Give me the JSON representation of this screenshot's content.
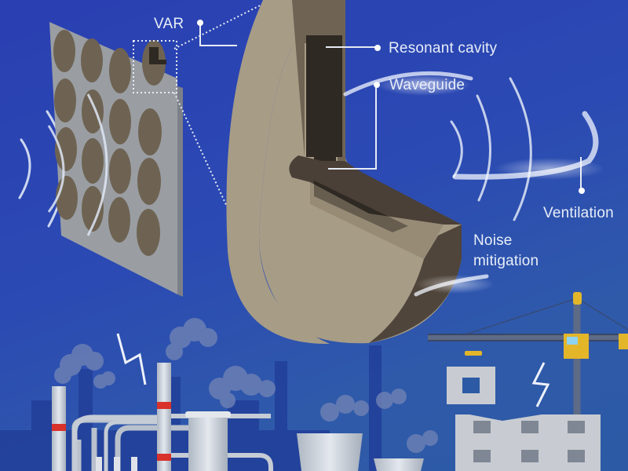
{
  "labels": {
    "var": "VAR",
    "resonant_cavity": "Resonant cavity",
    "waveguide": "Waveguide",
    "ventilation": "Ventilation",
    "noise_mitigation_line1": "Noise",
    "noise_mitigation_line2": "mitigation"
  },
  "colors": {
    "background": "#2b47b0",
    "panel": "#9a9ea3",
    "disc": "#6e6352",
    "unit_face": "#a79c86",
    "unit_dark": "#3a322b",
    "label_text": "#e8eef8",
    "chimney_stripe": "#d8322a",
    "crane": "#e3b62a",
    "brick": "#c8ccd2"
  },
  "scene": {
    "left": "Acoustic metasurface panel of ventilated acoustic resonator (VAR) units",
    "center": "Cross-section of single VAR unit",
    "bottom_left": "Industrial plant with smokestacks",
    "bottom_right": "Construction site with tower crane"
  }
}
